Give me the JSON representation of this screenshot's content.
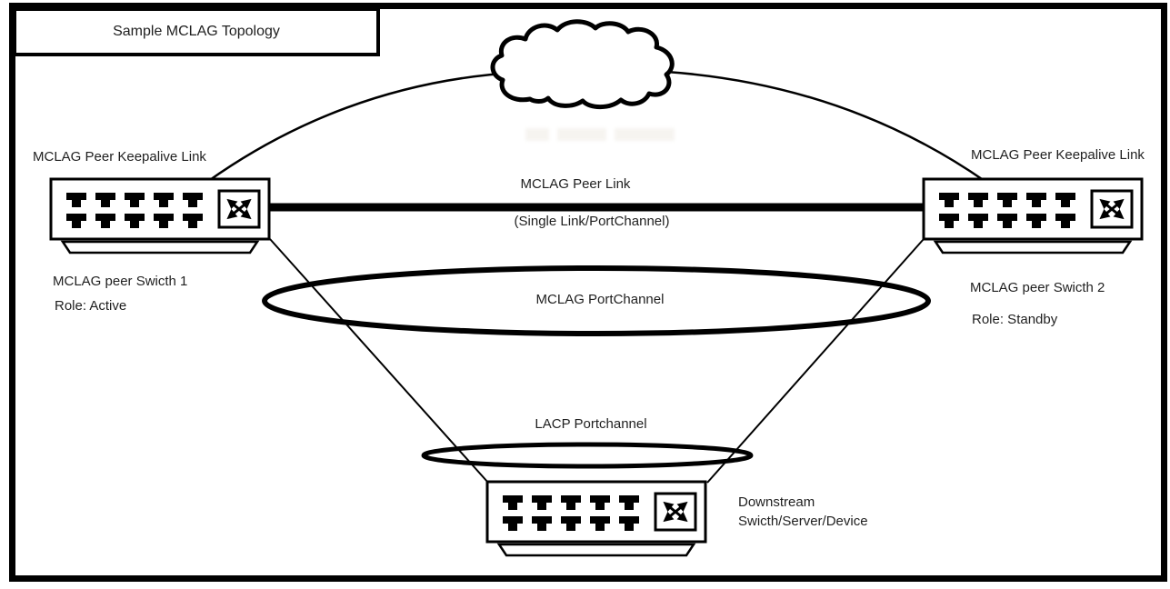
{
  "diagram": {
    "title": "Sample MCLAG Topology",
    "labels": {
      "left_keepalive": "MCLAG Peer Keepalive Link",
      "right_keepalive": "MCLAG Peer Keepalive Link",
      "peer_link": "MCLAG Peer Link",
      "peer_link_sub": "(Single Link/PortChannel)",
      "mclag_portchannel": "MCLAG PortChannel",
      "lacp_portchannel": "LACP Portchannel"
    },
    "devices": {
      "switch1": {
        "name": "MCLAG peer Swicth 1",
        "role": "Role: Active",
        "port_rows": 2,
        "ports_per_row": 5
      },
      "switch2": {
        "name": "MCLAG peer Swicth 2",
        "role": "Role: Standby",
        "port_rows": 2,
        "ports_per_row": 5
      },
      "downstream": {
        "name_line1": "Downstream",
        "name_line2": "Swicth/Server/Device",
        "port_rows": 2,
        "ports_per_row": 5
      }
    },
    "icons": {
      "cloud": "network-cloud",
      "switch_symbol": "crossed-arrows",
      "ports": "ethernet-ports"
    },
    "colors": {
      "stroke": "#000000",
      "text": "#1f1f1f",
      "background": "#ffffff"
    }
  }
}
